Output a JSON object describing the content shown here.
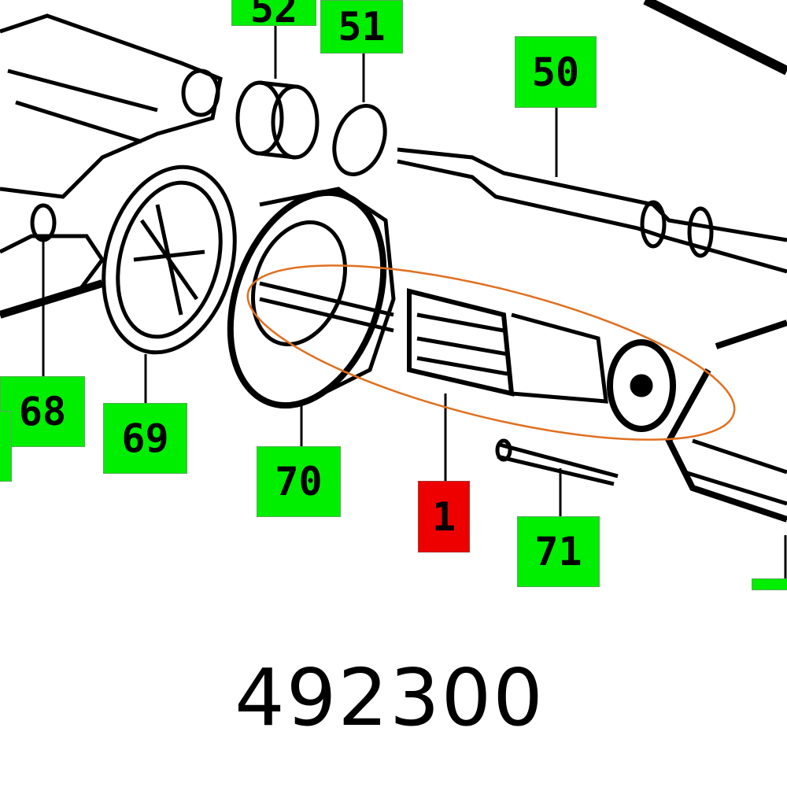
{
  "part_number": "492300",
  "callouts": [
    {
      "id": "52",
      "label": "52",
      "highlighted": false
    },
    {
      "id": "51",
      "label": "51",
      "highlighted": false
    },
    {
      "id": "50",
      "label": "50",
      "highlighted": false
    },
    {
      "id": "68",
      "label": "68",
      "highlighted": false
    },
    {
      "id": "69",
      "label": "69",
      "highlighted": false
    },
    {
      "id": "70",
      "label": "70",
      "highlighted": false
    },
    {
      "id": "1",
      "label": "1",
      "highlighted": true
    },
    {
      "id": "71",
      "label": "71",
      "highlighted": false
    }
  ],
  "colors": {
    "callout": "#00ee00",
    "highlight_callout": "#ee0000",
    "highlight_ellipse": "#e07020",
    "drawing": "#000000"
  }
}
